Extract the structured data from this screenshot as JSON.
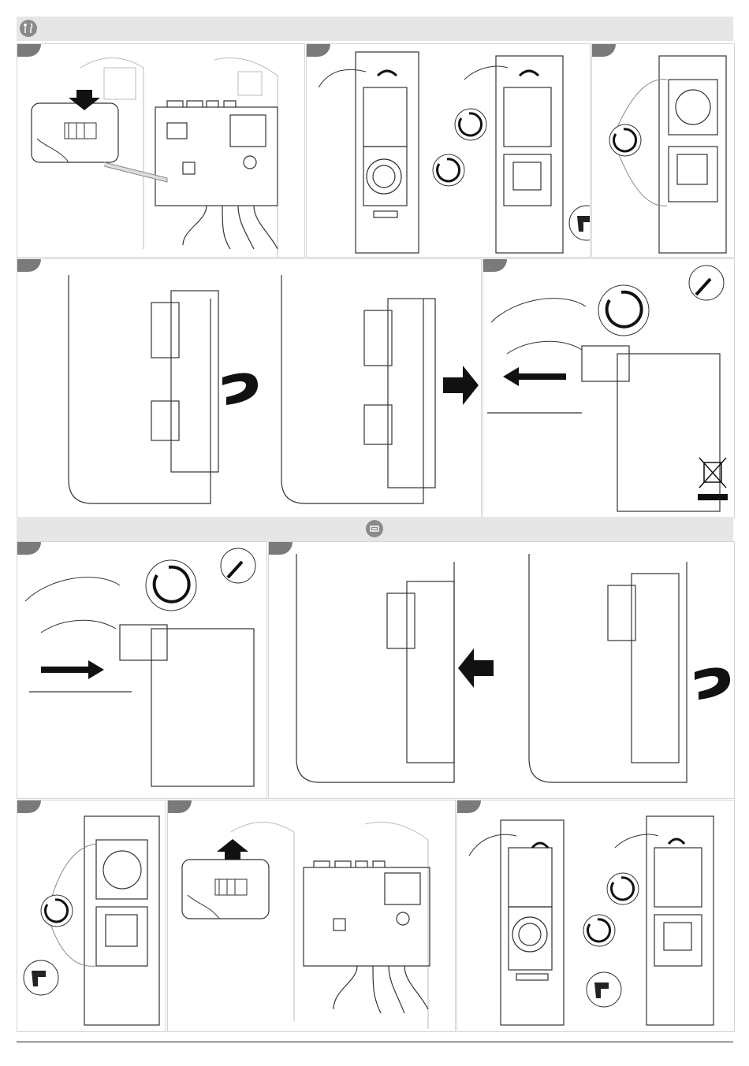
{
  "header_icon": "tools-icon",
  "section2_icon": "replace-icon",
  "colors": {
    "band": "#e6e6e6",
    "step_tab": "#7a7a7a",
    "line": "#222222",
    "panel_border": "#d4d4d4"
  },
  "panels": [
    {
      "name": "step-disconnect-connector",
      "icons": [
        "hand-icon",
        "arrow-down-icon",
        "circuit-board-icon"
      ]
    },
    {
      "name": "step-open-cover",
      "icons": [
        "hand-icon",
        "rotate-arrow-icon",
        "screw-icon",
        "drill-icon"
      ]
    },
    {
      "name": "step-unscrew-socket-plate",
      "icons": [
        "screw-icon",
        "rotate-arrow-icon"
      ]
    },
    {
      "name": "step-swing-and-slide-out",
      "icons": [
        "curved-arrow-icon",
        "arrow-right-icon"
      ]
    },
    {
      "name": "step-remove-socket",
      "icons": [
        "hand-icon",
        "screwdriver-icon",
        "screw-icon",
        "arrow-left-icon",
        "weee-disposal-icon"
      ]
    },
    {
      "name": "step-insert-new-socket",
      "icons": [
        "hand-icon",
        "screwdriver-icon",
        "screw-icon",
        "arrow-right-icon"
      ]
    },
    {
      "name": "step-slide-in-and-swing",
      "icons": [
        "arrow-left-icon",
        "curved-arrow-icon"
      ]
    },
    {
      "name": "step-screw-socket-plate",
      "icons": [
        "screw-icon",
        "rotate-arrow-icon",
        "drill-icon"
      ]
    },
    {
      "name": "step-connect-connector",
      "icons": [
        "hand-icon",
        "arrow-up-icon",
        "circuit-board-icon"
      ]
    },
    {
      "name": "step-close-cover",
      "icons": [
        "hand-icon",
        "rotate-arrow-icon",
        "screw-icon",
        "drill-icon"
      ]
    }
  ]
}
